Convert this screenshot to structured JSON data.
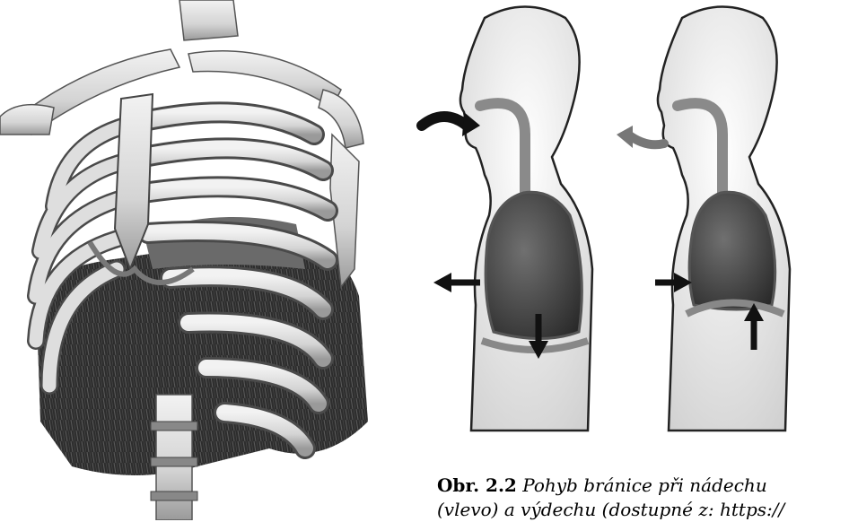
{
  "figure": {
    "caption_label": "Obr. 2.2",
    "caption_line1": "Pohyb bránice při nádechu",
    "caption_line2": "(vlevo) a výdechu (dostupné z: https://"
  }
}
